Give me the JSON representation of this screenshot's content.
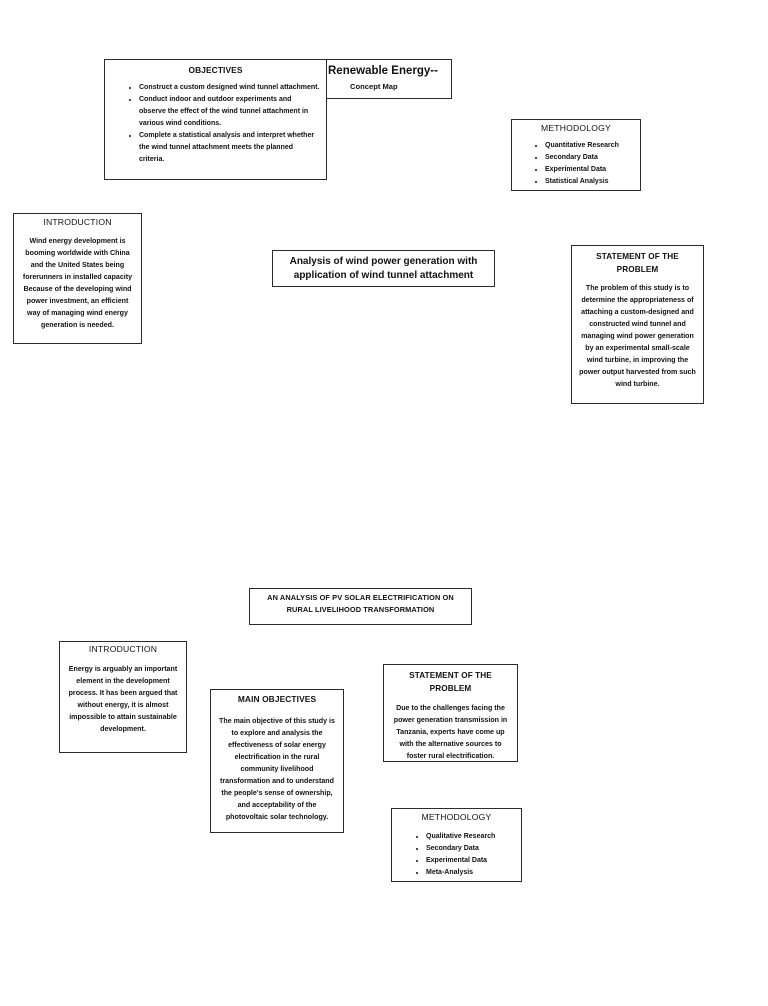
{
  "concept_map_1": {
    "title_line1": "Renewable Energy--",
    "title_line2": "Concept Map",
    "objectives": {
      "heading": "OBJECTIVES",
      "items": [
        "Construct a custom designed wind tunnel attachment.",
        "Conduct indoor and outdoor experiments and observe the effect of the wind tunnel attachment in various wind conditions.",
        "Complete a statistical analysis and interpret whether the wind tunnel attachment meets the planned criteria."
      ]
    },
    "methodology": {
      "heading": "METHODOLOGY",
      "items": [
        "Quantitative Research",
        "Secondary Data",
        "Experimental Data",
        "Statistical Analysis"
      ]
    },
    "introduction": {
      "heading": "INTRODUCTION",
      "text": "Wind energy development is booming worldwide with China and the United States being forerunners in installed capacity Because of the developing wind power investment, an efficient way of managing wind energy generation is needed."
    },
    "central_topic": "Analysis of wind power generation with application of wind tunnel attachment",
    "statement": {
      "heading": "STATEMENT OF THE PROBLEM",
      "text": "The problem of this study is to determine the appropriateness of attaching a custom-designed and constructed wind tunnel and managing wind power generation by an experimental small-scale wind turbine, in improving the power output harvested from such wind turbine."
    }
  },
  "concept_map_2": {
    "central_topic": "AN ANALYSIS OF PV SOLAR ELECTRIFICATION ON RURAL LIVELIHOOD TRANSFORMATION",
    "introduction": {
      "heading": "INTRODUCTION",
      "text": "Energy is arguably an important element in the development process. It has been argued that without energy, it is almost impossible to attain sustainable development."
    },
    "main_objectives": {
      "heading": "MAIN OBJECTIVES",
      "text": "The main objective of this study is to explore and analysis the effectiveness of solar energy electrification in the rural community livelihood transformation and to understand the people's sense of ownership, and acceptability of the photovoltaic solar technology."
    },
    "statement": {
      "heading": "STATEMENT OF THE PROBLEM",
      "text": "Due to the challenges facing the power generation transmission in Tanzania, experts have come up with the alternative sources to foster rural electrification."
    },
    "methodology": {
      "heading": "METHODOLOGY",
      "items": [
        "Qualitative Research",
        "Secondary Data",
        "Experimental Data",
        "Meta-Analysis"
      ]
    }
  }
}
